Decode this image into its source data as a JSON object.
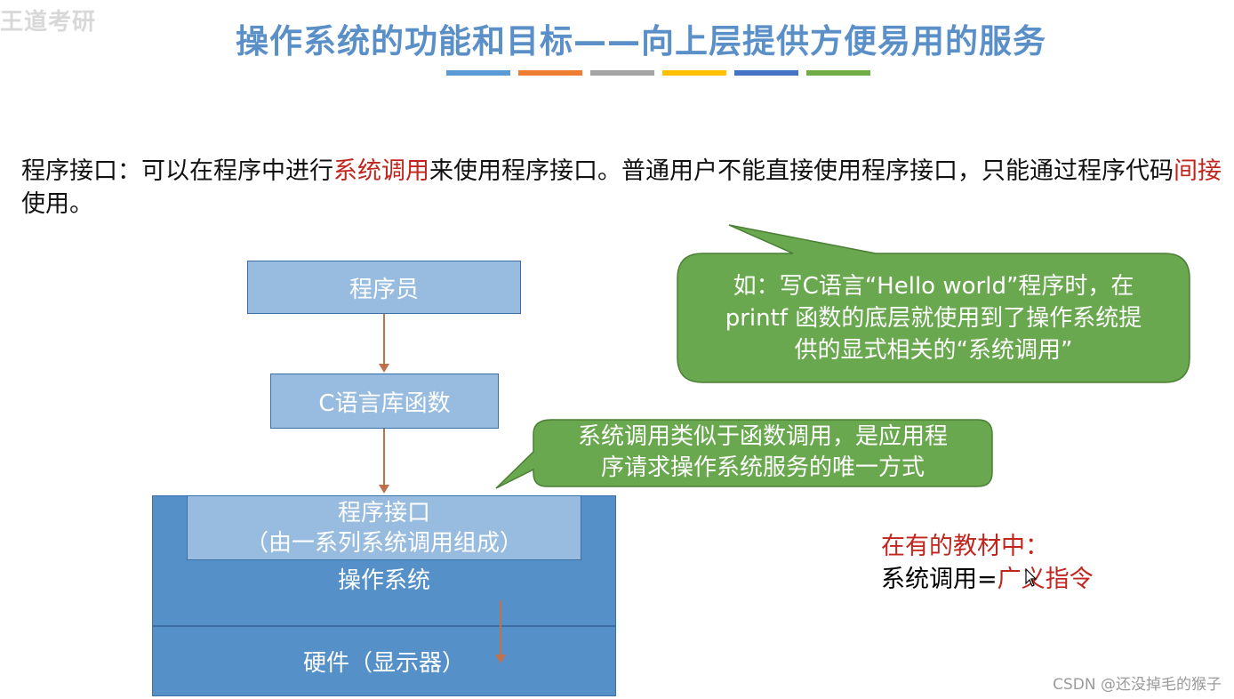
{
  "watermark": "王道考研",
  "title": "操作系统的功能和目标——向上层提供方便易用的服务",
  "title_bar_colors": [
    "#5b9bd5",
    "#ed7d31",
    "#a5a5a5",
    "#ffc000",
    "#4472c4",
    "#70ad47"
  ],
  "intro": {
    "part1": "程序接口：可以在程序中进行",
    "highlight1": "系统调用",
    "part2": "来使用程序接口。普通用户不能直接使用程序接口，只能通过程序代码",
    "highlight2": "间接",
    "part3": "使用。"
  },
  "diagram": {
    "programmer": "程序员",
    "c_lib": "C语言库函数",
    "program_interface_line1": "程序接口",
    "program_interface_line2": "（由一系列系统调用组成）",
    "os": "操作系统",
    "hardware": "硬件（显示器）"
  },
  "bubble_example": {
    "line1": "如：写C语言“Hello world”程序时，在",
    "line2": "printf 函数的底层就使用到了操作系统提",
    "line3": "供的显式相关的“系统调用”"
  },
  "bubble_syscall": {
    "line1": "系统调用类似于函数调用，是应用程",
    "line2": "序请求操作系统服务的唯一方式"
  },
  "note": {
    "line1": "在有的教材中：",
    "line2_black": "系统调用=",
    "line2_red": "广义指令"
  },
  "csdn_watermark": "CSDN @还没掉毛的猴子",
  "colors": {
    "title": "#5a8fc8",
    "highlight_red": "#c0261e",
    "box_light_blue": "#98bce0",
    "os_blue": "#5590c8",
    "bubble_green": "#6aa84f",
    "arrow": "#c0704a"
  }
}
